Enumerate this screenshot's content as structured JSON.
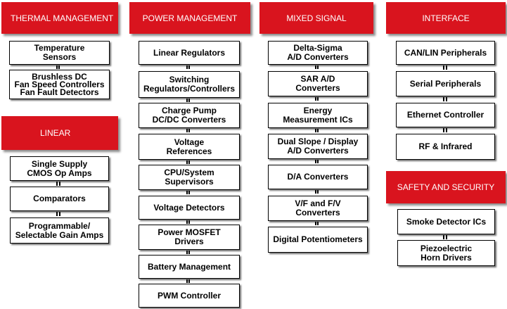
{
  "colors": {
    "header_bg": "#d9141e",
    "header_text": "#ffffff",
    "box_border": "#000000"
  },
  "thermal": {
    "header": "THERMAL MANAGEMENT",
    "items": [
      "Temperature\nSensors",
      "Brushless DC\nFan Speed Controllers\nFan Fault Detectors"
    ]
  },
  "linear": {
    "header": "LINEAR",
    "items": [
      "Single Supply\nCMOS Op Amps",
      "Comparators",
      "Programmable/\nSelectable Gain Amps"
    ]
  },
  "power": {
    "header": "POWER MANAGEMENT",
    "items": [
      "Linear Regulators",
      "Switching\nRegulators/Controllers",
      "Charge Pump\nDC/DC Converters",
      "Voltage\nReferences",
      "CPU/System\nSupervisors",
      "Voltage Detectors",
      "Power MOSFET\nDrivers",
      "Battery Management",
      "PWM Controller"
    ]
  },
  "mixed": {
    "header": "MIXED SIGNAL",
    "items": [
      "Delta-Sigma\nA/D Converters",
      "SAR A/D\nConverters",
      "Energy\nMeasurement ICs",
      "Dual Slope / Display\nA/D Converters",
      "D/A Converters",
      "V/F and F/V\nConverters",
      "Digital Potentiometers"
    ]
  },
  "interface": {
    "header": "INTERFACE",
    "items": [
      "CAN/LIN Peripherals",
      "Serial Peripherals",
      "Ethernet Controller",
      "RF & Infrared"
    ]
  },
  "safety": {
    "header": "SAFETY AND SECURITY",
    "items": [
      "Smoke Detector ICs",
      "Piezoelectric\nHorn Drivers"
    ]
  }
}
